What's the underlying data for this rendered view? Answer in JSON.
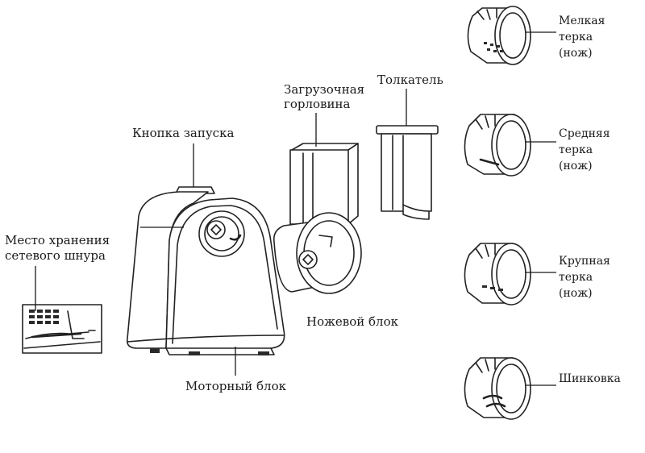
{
  "labels": {
    "start_button": "Кнопка запуска",
    "feed_chute_line1": "Загрузочная",
    "feed_chute_line2": "горловина",
    "pusher": "Толкатель",
    "cord_storage_line1": "Место хранения",
    "cord_storage_line2": "сетевого шнура",
    "blade_unit": "Ножевой блок",
    "motor_unit": "Моторный блок"
  },
  "attachments": [
    {
      "icon": "fine-grater-drum-icon",
      "lines": [
        "Мелкая",
        "терка",
        "(нож)"
      ]
    },
    {
      "icon": "medium-grater-drum-icon",
      "lines": [
        "Средняя",
        "терка",
        "(нож)"
      ]
    },
    {
      "icon": "coarse-grater-drum-icon",
      "lines": [
        "Крупная",
        "терка",
        "(нож)"
      ]
    },
    {
      "icon": "slicer-drum-icon",
      "lines": [
        "Шинковка"
      ]
    }
  ],
  "colors": {
    "line": "#1a1a1a",
    "background": "#ffffff"
  }
}
